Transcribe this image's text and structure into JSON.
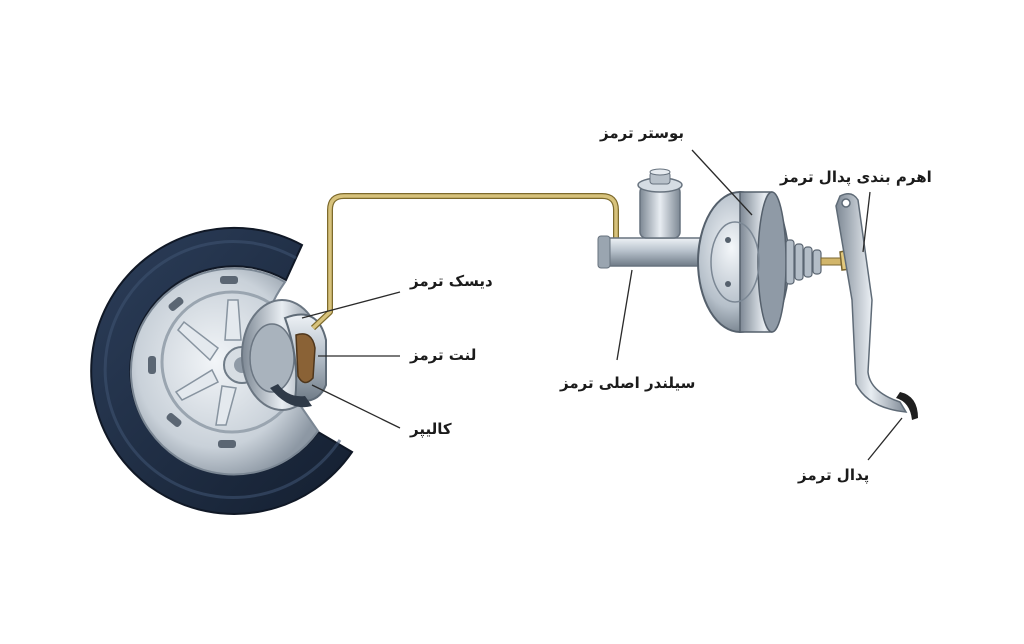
{
  "labels": {
    "brake_booster": "بوستر ترمز",
    "pedal_linkage": "اهرم بندی پدال ترمز",
    "brake_disc": "دیسک ترمز",
    "brake_pad": "لنت ترمز",
    "master_cylinder": "سیلندر اصلی ترمز",
    "caliper": "کالیپر",
    "brake_pedal": "پدال ترمز"
  },
  "colors": {
    "tire": "#1f2e45",
    "metal": "#c4cdd6",
    "brake_line": "#c9b36a",
    "pad": "#8a6236",
    "leader": "#2a2a2a"
  }
}
